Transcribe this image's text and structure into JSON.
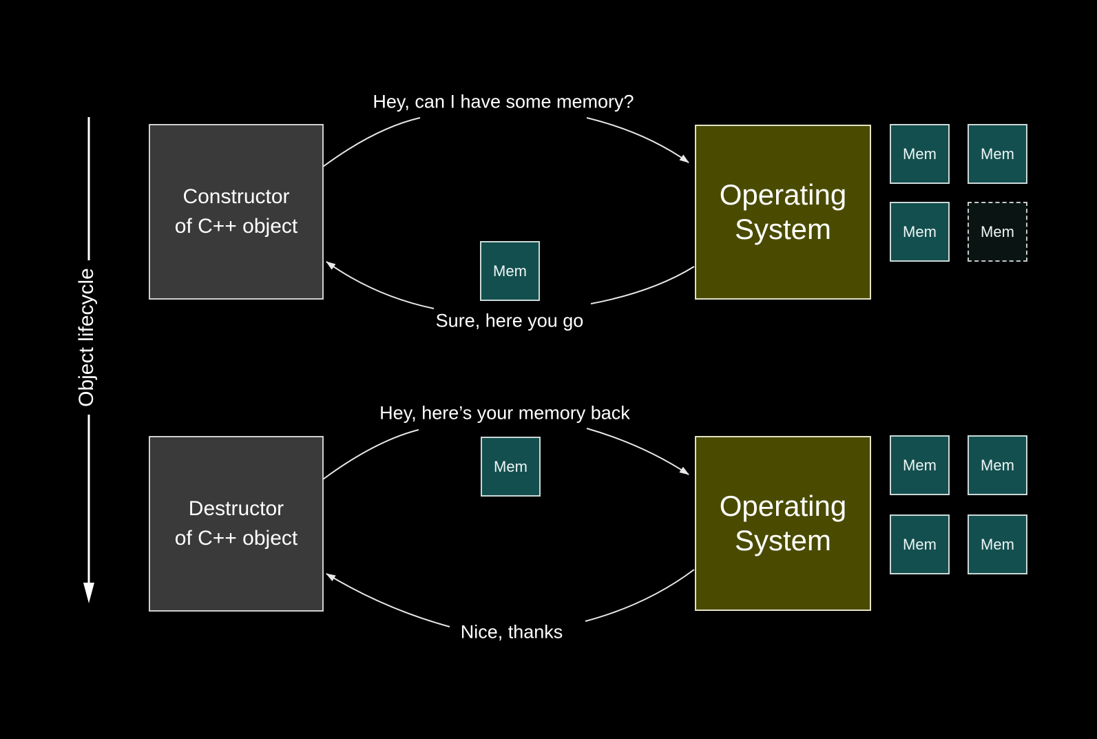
{
  "diagram": {
    "lifecycle_label": "Object lifecycle",
    "colors": {
      "background": "#000000",
      "actor_box_fill": "#3a3a3a",
      "os_box_fill": "#4a4b00",
      "mem_box_fill": "#134f4e",
      "mem_box_empty_fill": "#0a1413",
      "arrow_stroke": "#e8e8e8",
      "text": "#ffffff"
    },
    "scenes": [
      {
        "name": "allocation",
        "actor_line1": "Constructor",
        "actor_line2": "of C++ object",
        "os_line1": "Operating",
        "os_line2": "System",
        "request_label": "Hey, can I have some memory?",
        "response_label": "Sure, here you go",
        "transfer_mem_label": "Mem",
        "mem_grid": [
          {
            "label": "Mem",
            "state": "held"
          },
          {
            "label": "Mem",
            "state": "held"
          },
          {
            "label": "Mem",
            "state": "held"
          },
          {
            "label": "Mem",
            "state": "given-away"
          }
        ]
      },
      {
        "name": "deallocation",
        "actor_line1": "Destructor",
        "actor_line2": "of C++ object",
        "os_line1": "Operating",
        "os_line2": "System",
        "request_label": "Hey, here’s your memory back",
        "response_label": "Nice, thanks",
        "transfer_mem_label": "Mem",
        "mem_grid": [
          {
            "label": "Mem",
            "state": "held"
          },
          {
            "label": "Mem",
            "state": "held"
          },
          {
            "label": "Mem",
            "state": "held"
          },
          {
            "label": "Mem",
            "state": "held"
          }
        ]
      }
    ]
  }
}
